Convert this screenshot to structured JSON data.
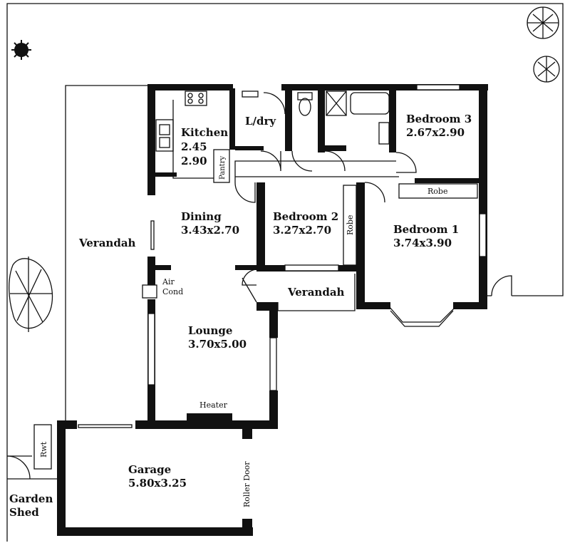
{
  "rooms": {
    "kitchen": {
      "name": "Kitchen",
      "w": "2.45",
      "h": "2.90"
    },
    "ldry": {
      "name": "L/dry"
    },
    "bedroom3": {
      "name": "Bedroom 3",
      "size": "2.67x2.90"
    },
    "pantry": {
      "name": "Pantry"
    },
    "robe_b1": {
      "name": "Robe"
    },
    "robe_b2": {
      "name": "Robe"
    },
    "dining": {
      "name": "Dining",
      "size": "3.43x2.70"
    },
    "bedroom2": {
      "name": "Bedroom 2",
      "size": "3.27x2.70"
    },
    "bedroom1": {
      "name": "Bedroom 1",
      "size": "3.74x3.90"
    },
    "verandah_west": {
      "name": "Verandah"
    },
    "verandah_front": {
      "name": "Verandah"
    },
    "aircond": {
      "line1": "Air",
      "line2": "Cond"
    },
    "lounge": {
      "name": "Lounge",
      "size": "3.70x5.00"
    },
    "heater": {
      "name": "Heater"
    },
    "garage": {
      "name": "Garage",
      "size": "5.80x3.25"
    },
    "roller_door": {
      "name": "Roller Door"
    },
    "rwt": {
      "name": "Rwt"
    },
    "garden_shed": {
      "line1": "Garden",
      "line2": "Shed"
    }
  },
  "colors": {
    "wall": "#111111",
    "background": "#ffffff"
  },
  "icons": [
    "tree-icon",
    "shrub-icon",
    "toilet-icon",
    "bath-icon",
    "shower-icon",
    "basin-icon",
    "stove-icon",
    "sink-icon"
  ]
}
